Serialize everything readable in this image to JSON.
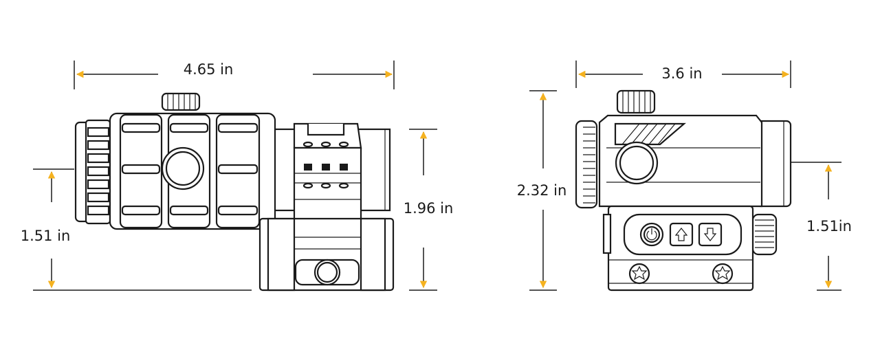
{
  "colors": {
    "arrow": "#F5B21F",
    "line": "#1a1a1a",
    "background": "#ffffff"
  },
  "side_view": {
    "length_label": "4.65 in",
    "mount_height_label": "1.51 in",
    "overall_height_label": "1.96 in"
  },
  "rear_view": {
    "width_label": "3.6 in",
    "overall_height_label": "2.32 in",
    "axis_height_label": "1.51in",
    "buttons": [
      "power-icon",
      "arrow-up-icon",
      "arrow-down-icon"
    ]
  }
}
